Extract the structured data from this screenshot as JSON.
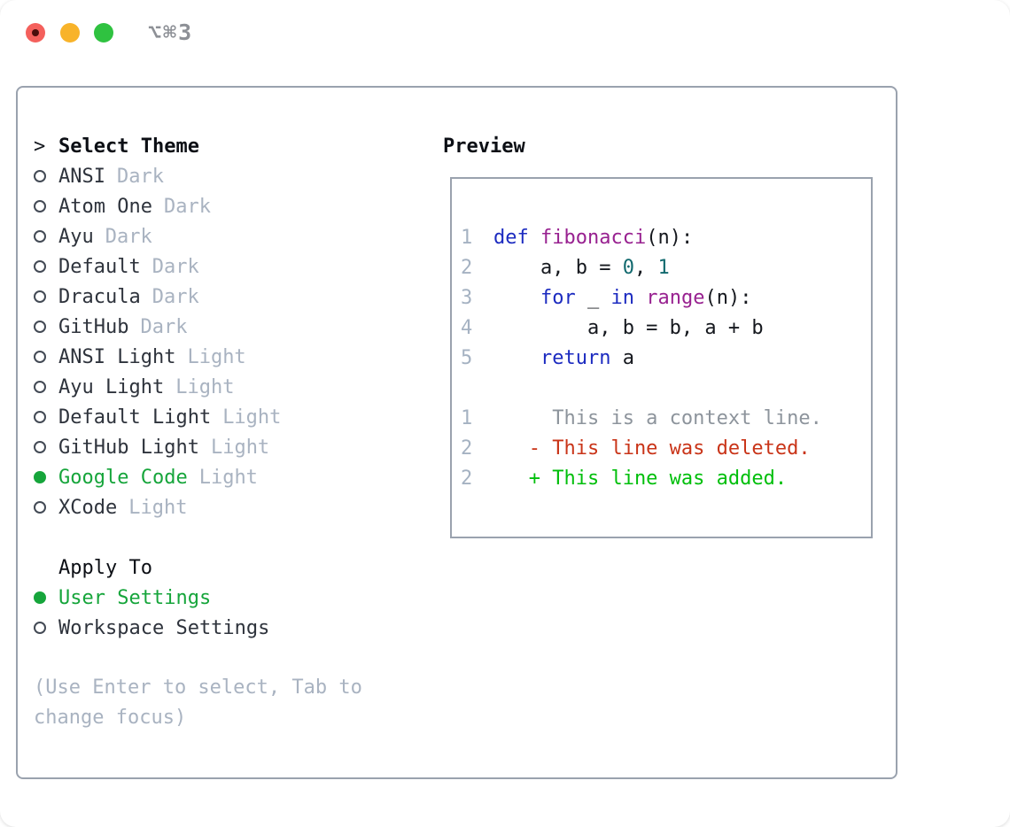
{
  "window": {
    "title": "⌥⌘3",
    "traffic_lights": {
      "close": "#f4605c",
      "close_dot": "#4a0e0c",
      "minimize": "#f8b32a",
      "zoom": "#2fc240"
    }
  },
  "colors": {
    "panel-border": "#9aa2ae",
    "header-text": "#0c0f15",
    "title-gray": "#8d9096",
    "item-name": "#2e333c",
    "item-variant": "#a9b3c1",
    "selected-green": "#16a53b",
    "radio-ring": "#434a55",
    "hint-text": "#a9b3c1",
    "kw": "#1c2bc0",
    "fn": "#982190",
    "num": "#11696e",
    "pl": "#15181e",
    "gutter": "#a5b2c2",
    "ctx": "#8d949c",
    "del": "#c93418",
    "add": "#00bf0b"
  },
  "theme_panel": {
    "prompt": ">",
    "header": "Select Theme",
    "items": [
      {
        "name": "ANSI",
        "variant": "Dark",
        "selected": false
      },
      {
        "name": "Atom One",
        "variant": "Dark",
        "selected": false
      },
      {
        "name": "Ayu",
        "variant": "Dark",
        "selected": false
      },
      {
        "name": "Default",
        "variant": "Dark",
        "selected": false
      },
      {
        "name": "Dracula",
        "variant": "Dark",
        "selected": false
      },
      {
        "name": "GitHub",
        "variant": "Dark",
        "selected": false
      },
      {
        "name": "ANSI Light",
        "variant": "Light",
        "selected": false
      },
      {
        "name": "Ayu Light",
        "variant": "Light",
        "selected": false
      },
      {
        "name": "Default Light",
        "variant": "Light",
        "selected": false
      },
      {
        "name": "GitHub Light",
        "variant": "Light",
        "selected": false
      },
      {
        "name": "Google Code",
        "variant": "Light",
        "selected": true
      },
      {
        "name": "XCode",
        "variant": "Light",
        "selected": false
      }
    ],
    "apply_to": {
      "header": "Apply To",
      "options": [
        {
          "label": "User Settings",
          "selected": true
        },
        {
          "label": "Workspace Settings",
          "selected": false
        }
      ]
    },
    "hint": "(Use Enter to select, Tab to\nchange focus)"
  },
  "preview": {
    "header": "Preview",
    "code_lines": [
      {
        "num": "1",
        "tokens": [
          [
            "def",
            "kw"
          ],
          [
            " ",
            "pl"
          ],
          [
            "fibonacci",
            "fn"
          ],
          [
            "(n):",
            "pl"
          ]
        ]
      },
      {
        "num": "2",
        "tokens": [
          [
            "    a, b = ",
            "pl"
          ],
          [
            "0",
            "num"
          ],
          [
            ", ",
            "pl"
          ],
          [
            "1",
            "num"
          ]
        ]
      },
      {
        "num": "3",
        "tokens": [
          [
            "    ",
            "pl"
          ],
          [
            "for",
            "kw"
          ],
          [
            " _ ",
            "pl"
          ],
          [
            "in",
            "kw"
          ],
          [
            " ",
            "pl"
          ],
          [
            "range",
            "fn"
          ],
          [
            "(n):",
            "pl"
          ]
        ]
      },
      {
        "num": "4",
        "tokens": [
          [
            "        a, b = b, a + b",
            "pl"
          ]
        ]
      },
      {
        "num": "5",
        "tokens": [
          [
            "    ",
            "pl"
          ],
          [
            "return",
            "kw"
          ],
          [
            " a",
            "pl"
          ]
        ]
      }
    ],
    "diff_lines": [
      {
        "num": "1",
        "tokens": [
          [
            "     This is a context line.",
            "ctx"
          ]
        ]
      },
      {
        "num": "2",
        "tokens": [
          [
            "   - This line was deleted.",
            "del"
          ]
        ]
      },
      {
        "num": "2",
        "tokens": [
          [
            "   + This line was added.",
            "add"
          ]
        ]
      }
    ]
  }
}
